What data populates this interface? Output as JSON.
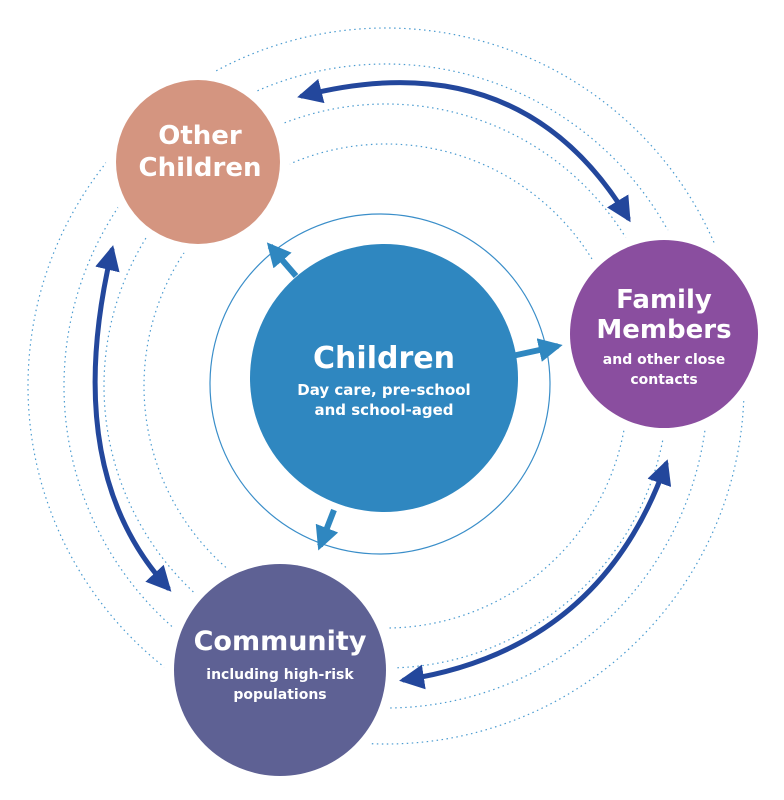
{
  "colors": {
    "children": "#2f87c0",
    "other_children": "#d49580",
    "family": "#8a4e9f",
    "community": "#5e6194",
    "arrow_outer": "#23479c",
    "arrow_inner": "#2f87c0"
  },
  "nodes": {
    "children": {
      "title": "Children",
      "sub_line1": "Day care, pre-school",
      "sub_line2": "and school-aged"
    },
    "other_children": {
      "title_line1": "Other",
      "title_line2": "Children"
    },
    "family": {
      "title_line1": "Family",
      "title_line2": "Members",
      "sub_line1": "and other close",
      "sub_line2": "contacts"
    },
    "community": {
      "title": "Community",
      "sub_line1": "including high-risk",
      "sub_line2": "populations"
    }
  }
}
